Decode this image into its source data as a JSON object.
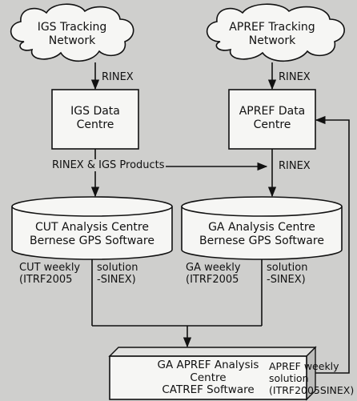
{
  "diagram": {
    "nodes": {
      "igs_network": [
        "IGS Tracking",
        "Network"
      ],
      "apref_network": [
        "APREF Tracking",
        "Network"
      ],
      "igs_data_centre": [
        "IGS Data",
        "Centre"
      ],
      "apref_data_centre": [
        "APREF Data",
        "Centre"
      ],
      "cut_analysis": [
        "CUT Analysis Centre",
        "Bernese GPS Software"
      ],
      "ga_analysis": [
        "GA Analysis Centre",
        "Bernese GPS Software"
      ],
      "ga_apref_analysis": [
        "GA APREF Analysis",
        "Centre",
        "CATREF Software"
      ]
    },
    "edges": {
      "rinex_left": "RINEX",
      "rinex_right": "RINEX",
      "rinex_igs_products": "RINEX & IGS Products",
      "rinex_mid_right": "RINEX",
      "cut_weekly": [
        "CUT weekly",
        "(ITRF2005"
      ],
      "cut_solution": [
        "solution",
        "-SINEX)"
      ],
      "ga_weekly": [
        "GA weekly",
        "(ITRF2005"
      ],
      "ga_solution": [
        "solution",
        "-SINEX)"
      ],
      "apref_weekly": [
        "APREF weekly",
        "solution",
        "(ITRF2005SINEX)"
      ]
    }
  }
}
